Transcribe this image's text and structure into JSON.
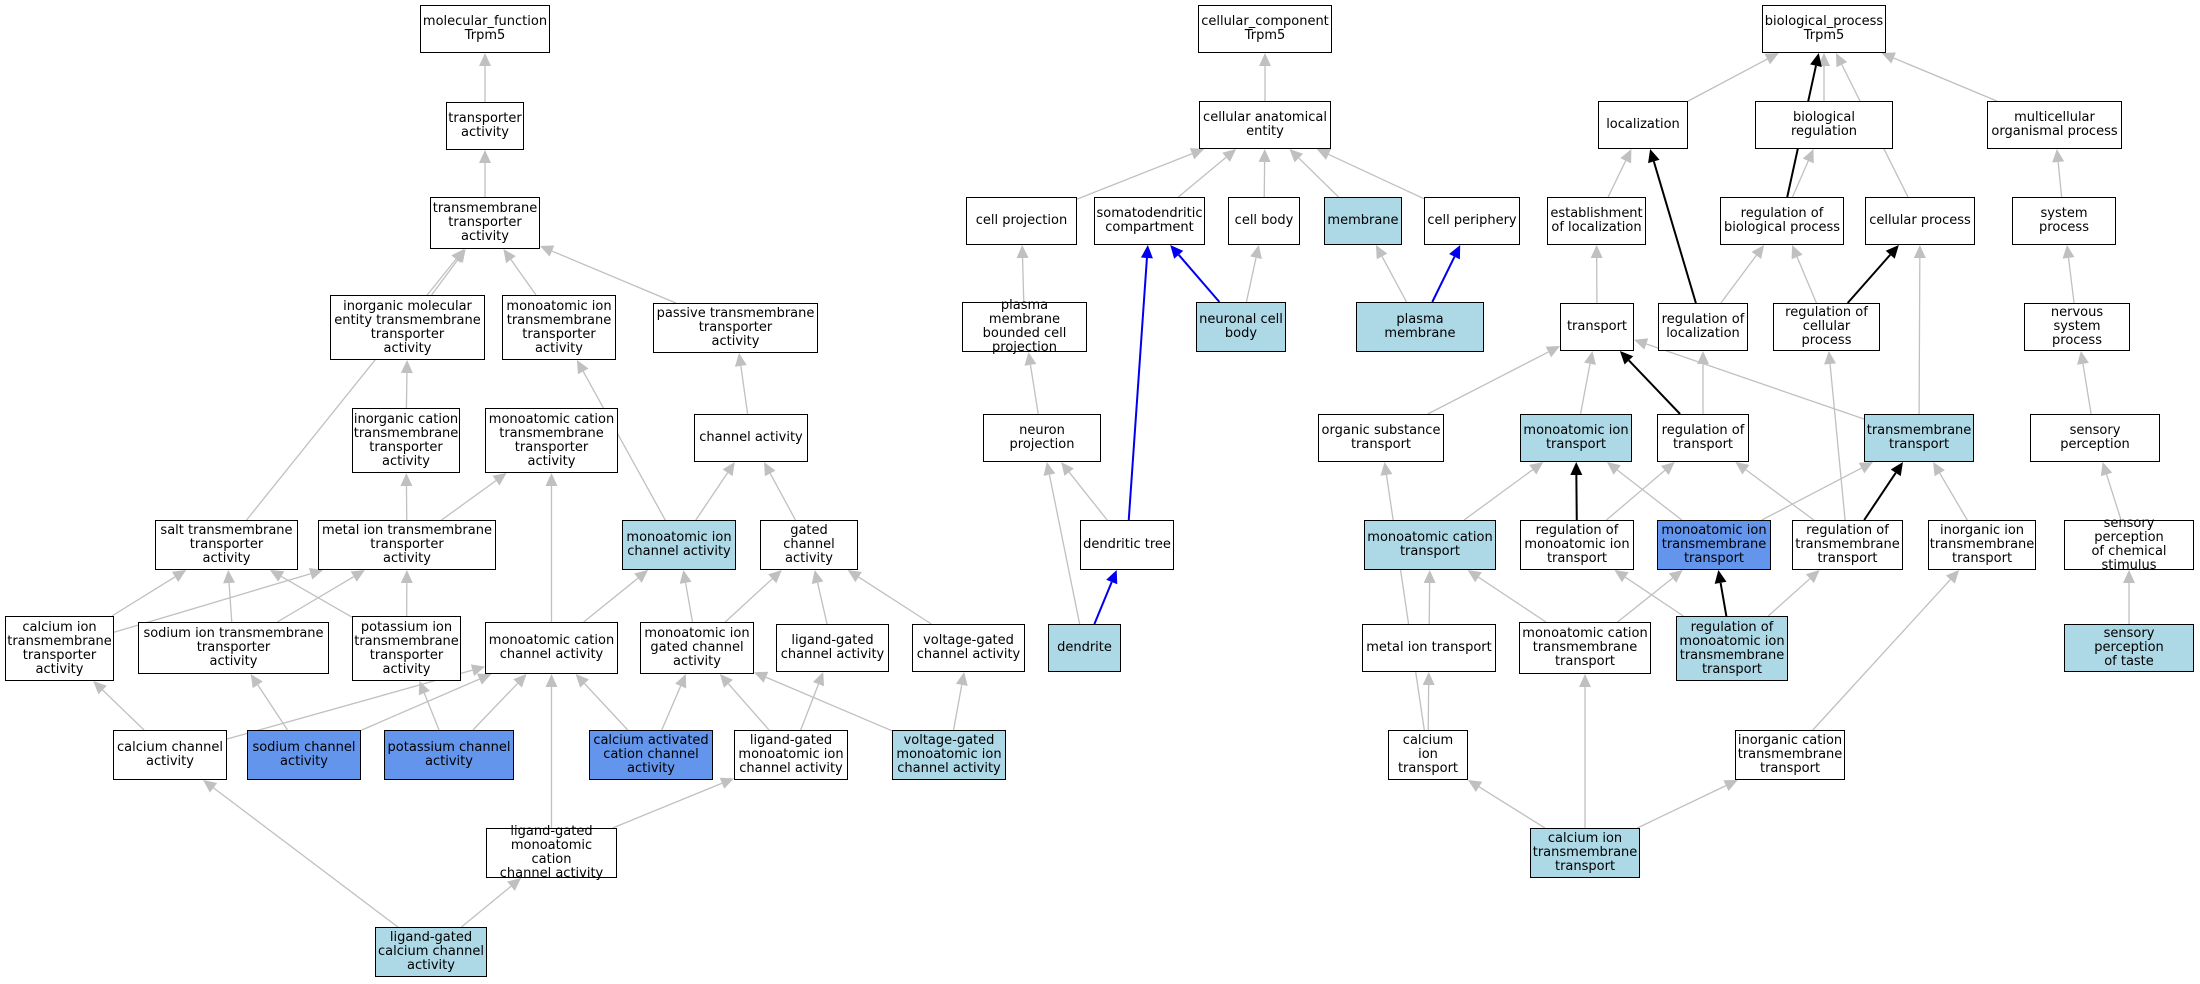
{
  "colors": {
    "edge_default": "#c0c0c0",
    "edge_black": "#000000",
    "edge_blue": "#0000ee",
    "node_light": "#add8e6",
    "node_dark": "#6495ed",
    "node_plain": "#ffffff"
  },
  "nodes": {
    "mf_root": {
      "label": "molecular_function\nTrpm5",
      "fill": "plain"
    },
    "transporter_activity": {
      "label": "transporter\nactivity",
      "fill": "plain"
    },
    "tm_transporter_activity": {
      "label": "transmembrane\ntransporter\nactivity",
      "fill": "plain"
    },
    "inorganic_molecular_tm": {
      "label": "inorganic molecular\nentity transmembrane\ntransporter\nactivity",
      "fill": "plain"
    },
    "monoatomic_ion_tm": {
      "label": "monoatomic ion\ntransmembrane\ntransporter\nactivity",
      "fill": "plain"
    },
    "passive_tm": {
      "label": "passive transmembrane\ntransporter\nactivity",
      "fill": "plain"
    },
    "inorganic_cation_tm": {
      "label": "inorganic cation\ntransmembrane\ntransporter\nactivity",
      "fill": "plain"
    },
    "monoatomic_cation_tm": {
      "label": "monoatomic cation\ntransmembrane\ntransporter\nactivity",
      "fill": "plain"
    },
    "channel_activity": {
      "label": "channel activity",
      "fill": "plain"
    },
    "salt_tm": {
      "label": "salt transmembrane\ntransporter\nactivity",
      "fill": "plain"
    },
    "metal_ion_tm": {
      "label": "metal ion transmembrane\ntransporter\nactivity",
      "fill": "plain"
    },
    "monoatomic_ion_channel": {
      "label": "monoatomic ion\nchannel activity",
      "fill": "light"
    },
    "gated_channel": {
      "label": "gated channel\nactivity",
      "fill": "plain"
    },
    "calcium_ion_tm": {
      "label": "calcium ion\ntransmembrane\ntransporter\nactivity",
      "fill": "plain"
    },
    "sodium_ion_tm": {
      "label": "sodium ion transmembrane\ntransporter\nactivity",
      "fill": "plain"
    },
    "potassium_ion_tm": {
      "label": "potassium ion\ntransmembrane\ntransporter\nactivity",
      "fill": "plain"
    },
    "monoatomic_cation_channel": {
      "label": "monoatomic cation\nchannel activity",
      "fill": "plain"
    },
    "monoatomic_ion_gated": {
      "label": "monoatomic ion\ngated channel\nactivity",
      "fill": "plain"
    },
    "ligand_gated_channel": {
      "label": "ligand-gated\nchannel activity",
      "fill": "plain"
    },
    "voltage_gated_channel": {
      "label": "voltage-gated\nchannel activity",
      "fill": "plain"
    },
    "calcium_channel": {
      "label": "calcium channel\nactivity",
      "fill": "plain"
    },
    "sodium_channel": {
      "label": "sodium channel\nactivity",
      "fill": "dark"
    },
    "potassium_channel": {
      "label": "potassium channel\nactivity",
      "fill": "dark"
    },
    "calcium_activated_cation": {
      "label": "calcium activated\ncation channel\nactivity",
      "fill": "dark"
    },
    "ligand_gated_monoatomic_ion": {
      "label": "ligand-gated\nmonoatomic ion\nchannel activity",
      "fill": "plain"
    },
    "voltage_gated_monoatomic_ion": {
      "label": "voltage-gated\nmonoatomic ion\nchannel activity",
      "fill": "light"
    },
    "ligand_gated_monoatomic_cation": {
      "label": "ligand-gated\nmonoatomic cation\nchannel activity",
      "fill": "plain"
    },
    "ligand_gated_calcium": {
      "label": "ligand-gated\ncalcium channel\nactivity",
      "fill": "light"
    },
    "cc_root": {
      "label": "cellular_component\nTrpm5",
      "fill": "plain"
    },
    "cellular_anatomical_entity": {
      "label": "cellular anatomical\nentity",
      "fill": "plain"
    },
    "cell_projection": {
      "label": "cell projection",
      "fill": "plain"
    },
    "somatodendritic": {
      "label": "somatodendritic\ncompartment",
      "fill": "plain"
    },
    "cell_body": {
      "label": "cell body",
      "fill": "plain"
    },
    "membrane": {
      "label": "membrane",
      "fill": "light"
    },
    "cell_periphery": {
      "label": "cell periphery",
      "fill": "plain"
    },
    "plasma_membrane_bounded": {
      "label": "plasma membrane\nbounded cell\nprojection",
      "fill": "plain"
    },
    "neuronal_cell_body": {
      "label": "neuronal cell\nbody",
      "fill": "light"
    },
    "plasma_membrane": {
      "label": "plasma membrane",
      "fill": "light"
    },
    "neuron_projection": {
      "label": "neuron projection",
      "fill": "plain"
    },
    "dendritic_tree": {
      "label": "dendritic tree",
      "fill": "plain"
    },
    "dendrite": {
      "label": "dendrite",
      "fill": "light"
    },
    "bp_root": {
      "label": "biological_process\nTrpm5",
      "fill": "plain"
    },
    "localization": {
      "label": "localization",
      "fill": "plain"
    },
    "biological_regulation": {
      "label": "biological regulation",
      "fill": "plain"
    },
    "multicellular_process": {
      "label": "multicellular\norganismal process",
      "fill": "plain"
    },
    "establishment_localization": {
      "label": "establishment\nof localization",
      "fill": "plain"
    },
    "regulation_biological_process": {
      "label": "regulation of\nbiological process",
      "fill": "plain"
    },
    "cellular_process": {
      "label": "cellular process",
      "fill": "plain"
    },
    "system_process": {
      "label": "system process",
      "fill": "plain"
    },
    "transport": {
      "label": "transport",
      "fill": "plain"
    },
    "regulation_localization": {
      "label": "regulation of\nlocalization",
      "fill": "plain"
    },
    "regulation_cellular_process": {
      "label": "regulation of\ncellular process",
      "fill": "plain"
    },
    "nervous_system_process": {
      "label": "nervous system\nprocess",
      "fill": "plain"
    },
    "organic_substance_transport": {
      "label": "organic substance\ntransport",
      "fill": "plain"
    },
    "monoatomic_ion_transport": {
      "label": "monoatomic ion\ntransport",
      "fill": "light"
    },
    "regulation_transport": {
      "label": "regulation of\ntransport",
      "fill": "plain"
    },
    "transmembrane_transport": {
      "label": "transmembrane\ntransport",
      "fill": "light"
    },
    "sensory_perception": {
      "label": "sensory perception",
      "fill": "plain"
    },
    "monoatomic_cation_transport": {
      "label": "monoatomic cation\ntransport",
      "fill": "light"
    },
    "regulation_monoatomic_ion_transport": {
      "label": "regulation of\nmonoatomic ion\ntransport",
      "fill": "plain"
    },
    "monoatomic_ion_tm_transport": {
      "label": "monoatomic ion\ntransmembrane\ntransport",
      "fill": "dark"
    },
    "regulation_tm_transport": {
      "label": "regulation of\ntransmembrane\ntransport",
      "fill": "plain"
    },
    "inorganic_ion_tm_transport": {
      "label": "inorganic ion\ntransmembrane\ntransport",
      "fill": "plain"
    },
    "sensory_perception_chemical": {
      "label": "sensory perception\nof chemical\nstimulus",
      "fill": "plain"
    },
    "metal_ion_transport": {
      "label": "metal ion transport",
      "fill": "plain"
    },
    "monoatomic_cation_tm_transport": {
      "label": "monoatomic cation\ntransmembrane\ntransport",
      "fill": "plain"
    },
    "regulation_monoatomic_ion_tm_transport": {
      "label": "regulation of\nmonoatomic ion\ntransmembrane\ntransport",
      "fill": "light"
    },
    "sensory_perception_taste": {
      "label": "sensory perception\nof taste",
      "fill": "light"
    },
    "calcium_ion_transport": {
      "label": "calcium ion\ntransport",
      "fill": "plain"
    },
    "inorganic_cation_tm_transport": {
      "label": "inorganic cation\ntransmembrane\ntransport",
      "fill": "plain"
    },
    "calcium_ion_tm_transport": {
      "label": "calcium ion\ntransmembrane\ntransport",
      "fill": "light"
    }
  },
  "edges": [
    {
      "from": "transporter_activity",
      "to": "mf_root",
      "color": "default"
    },
    {
      "from": "tm_transporter_activity",
      "to": "transporter_activity",
      "color": "default"
    },
    {
      "from": "inorganic_molecular_tm",
      "to": "tm_transporter_activity",
      "color": "default"
    },
    {
      "from": "monoatomic_ion_tm",
      "to": "tm_transporter_activity",
      "color": "default"
    },
    {
      "from": "passive_tm",
      "to": "tm_transporter_activity",
      "color": "default"
    },
    {
      "from": "salt_tm",
      "to": "tm_transporter_activity",
      "color": "default"
    },
    {
      "from": "inorganic_cation_tm",
      "to": "inorganic_molecular_tm",
      "color": "default"
    },
    {
      "from": "metal_ion_tm",
      "to": "inorganic_cation_tm",
      "color": "default"
    },
    {
      "from": "metal_ion_tm",
      "to": "monoatomic_cation_tm",
      "color": "default"
    },
    {
      "from": "monoatomic_ion_channel",
      "to": "monoatomic_ion_tm",
      "color": "default"
    },
    {
      "from": "monoatomic_ion_channel",
      "to": "channel_activity",
      "color": "default"
    },
    {
      "from": "channel_activity",
      "to": "passive_tm",
      "color": "default"
    },
    {
      "from": "gated_channel",
      "to": "channel_activity",
      "color": "default"
    },
    {
      "from": "calcium_ion_tm",
      "to": "salt_tm",
      "color": "default"
    },
    {
      "from": "calcium_ion_tm",
      "to": "metal_ion_tm",
      "color": "default"
    },
    {
      "from": "sodium_ion_tm",
      "to": "salt_tm",
      "color": "default"
    },
    {
      "from": "sodium_ion_tm",
      "to": "metal_ion_tm",
      "color": "default"
    },
    {
      "from": "potassium_ion_tm",
      "to": "salt_tm",
      "color": "default"
    },
    {
      "from": "potassium_ion_tm",
      "to": "metal_ion_tm",
      "color": "default"
    },
    {
      "from": "monoatomic_cation_channel",
      "to": "monoatomic_ion_channel",
      "color": "default"
    },
    {
      "from": "monoatomic_cation_channel",
      "to": "monoatomic_cation_tm",
      "color": "default"
    },
    {
      "from": "monoatomic_ion_gated",
      "to": "monoatomic_ion_channel",
      "color": "default"
    },
    {
      "from": "monoatomic_ion_gated",
      "to": "gated_channel",
      "color": "default"
    },
    {
      "from": "ligand_gated_channel",
      "to": "gated_channel",
      "color": "default"
    },
    {
      "from": "voltage_gated_channel",
      "to": "gated_channel",
      "color": "default"
    },
    {
      "from": "calcium_channel",
      "to": "calcium_ion_tm",
      "color": "default"
    },
    {
      "from": "calcium_channel",
      "to": "monoatomic_cation_channel",
      "color": "default"
    },
    {
      "from": "sodium_channel",
      "to": "sodium_ion_tm",
      "color": "default"
    },
    {
      "from": "sodium_channel",
      "to": "monoatomic_cation_channel",
      "color": "default"
    },
    {
      "from": "potassium_channel",
      "to": "potassium_ion_tm",
      "color": "default"
    },
    {
      "from": "potassium_channel",
      "to": "monoatomic_cation_channel",
      "color": "default"
    },
    {
      "from": "calcium_activated_cation",
      "to": "monoatomic_cation_channel",
      "color": "default"
    },
    {
      "from": "calcium_activated_cation",
      "to": "monoatomic_ion_gated",
      "color": "default"
    },
    {
      "from": "ligand_gated_monoatomic_ion",
      "to": "monoatomic_ion_gated",
      "color": "default"
    },
    {
      "from": "ligand_gated_monoatomic_ion",
      "to": "ligand_gated_channel",
      "color": "default"
    },
    {
      "from": "voltage_gated_monoatomic_ion",
      "to": "monoatomic_ion_gated",
      "color": "default"
    },
    {
      "from": "voltage_gated_monoatomic_ion",
      "to": "voltage_gated_channel",
      "color": "default"
    },
    {
      "from": "ligand_gated_monoatomic_cation",
      "to": "monoatomic_cation_channel",
      "color": "default"
    },
    {
      "from": "ligand_gated_monoatomic_cation",
      "to": "ligand_gated_monoatomic_ion",
      "color": "default"
    },
    {
      "from": "ligand_gated_calcium",
      "to": "calcium_channel",
      "color": "default"
    },
    {
      "from": "ligand_gated_calcium",
      "to": "ligand_gated_monoatomic_cation",
      "color": "default"
    },
    {
      "from": "cellular_anatomical_entity",
      "to": "cc_root",
      "color": "default"
    },
    {
      "from": "cell_projection",
      "to": "cellular_anatomical_entity",
      "color": "default"
    },
    {
      "from": "somatodendritic",
      "to": "cellular_anatomical_entity",
      "color": "default"
    },
    {
      "from": "cell_body",
      "to": "cellular_anatomical_entity",
      "color": "default"
    },
    {
      "from": "membrane",
      "to": "cellular_anatomical_entity",
      "color": "default"
    },
    {
      "from": "cell_periphery",
      "to": "cellular_anatomical_entity",
      "color": "default"
    },
    {
      "from": "plasma_membrane_bounded",
      "to": "cell_projection",
      "color": "default"
    },
    {
      "from": "neuronal_cell_body",
      "to": "somatodendritic",
      "color": "blue"
    },
    {
      "from": "neuronal_cell_body",
      "to": "cell_body",
      "color": "default"
    },
    {
      "from": "plasma_membrane",
      "to": "membrane",
      "color": "default"
    },
    {
      "from": "plasma_membrane",
      "to": "cell_periphery",
      "color": "blue"
    },
    {
      "from": "neuron_projection",
      "to": "plasma_membrane_bounded",
      "color": "default"
    },
    {
      "from": "dendritic_tree",
      "to": "neuron_projection",
      "color": "default"
    },
    {
      "from": "dendritic_tree",
      "to": "somatodendritic",
      "color": "blue"
    },
    {
      "from": "dendrite",
      "to": "dendritic_tree",
      "color": "blue"
    },
    {
      "from": "dendrite",
      "to": "neuron_projection",
      "color": "default"
    },
    {
      "from": "localization",
      "to": "bp_root",
      "color": "default"
    },
    {
      "from": "biological_regulation",
      "to": "bp_root",
      "color": "default"
    },
    {
      "from": "multicellular_process",
      "to": "bp_root",
      "color": "default"
    },
    {
      "from": "cellular_process",
      "to": "bp_root",
      "color": "default"
    },
    {
      "from": "regulation_biological_process",
      "to": "bp_root",
      "color": "black"
    },
    {
      "from": "regulation_biological_process",
      "to": "biological_regulation",
      "color": "default"
    },
    {
      "from": "establishment_localization",
      "to": "localization",
      "color": "default"
    },
    {
      "from": "system_process",
      "to": "multicellular_process",
      "color": "default"
    },
    {
      "from": "transport",
      "to": "establishment_localization",
      "color": "default"
    },
    {
      "from": "regulation_localization",
      "to": "localization",
      "color": "black"
    },
    {
      "from": "regulation_localization",
      "to": "regulation_biological_process",
      "color": "default"
    },
    {
      "from": "regulation_cellular_process",
      "to": "regulation_biological_process",
      "color": "default"
    },
    {
      "from": "regulation_cellular_process",
      "to": "cellular_process",
      "color": "black"
    },
    {
      "from": "nervous_system_process",
      "to": "system_process",
      "color": "default"
    },
    {
      "from": "organic_substance_transport",
      "to": "transport",
      "color": "default"
    },
    {
      "from": "monoatomic_ion_transport",
      "to": "transport",
      "color": "default"
    },
    {
      "from": "regulation_transport",
      "to": "transport",
      "color": "black"
    },
    {
      "from": "regulation_transport",
      "to": "regulation_localization",
      "color": "default"
    },
    {
      "from": "transmembrane_transport",
      "to": "transport",
      "color": "default"
    },
    {
      "from": "transmembrane_transport",
      "to": "cellular_process",
      "color": "default"
    },
    {
      "from": "sensory_perception",
      "to": "nervous_system_process",
      "color": "default"
    },
    {
      "from": "monoatomic_cation_transport",
      "to": "monoatomic_ion_transport",
      "color": "default"
    },
    {
      "from": "regulation_monoatomic_ion_transport",
      "to": "monoatomic_ion_transport",
      "color": "black"
    },
    {
      "from": "regulation_monoatomic_ion_transport",
      "to": "regulation_transport",
      "color": "default"
    },
    {
      "from": "monoatomic_ion_tm_transport",
      "to": "monoatomic_ion_transport",
      "color": "default"
    },
    {
      "from": "monoatomic_ion_tm_transport",
      "to": "transmembrane_transport",
      "color": "default"
    },
    {
      "from": "regulation_tm_transport",
      "to": "regulation_transport",
      "color": "default"
    },
    {
      "from": "regulation_tm_transport",
      "to": "transmembrane_transport",
      "color": "black"
    },
    {
      "from": "regulation_tm_transport",
      "to": "regulation_cellular_process",
      "color": "default"
    },
    {
      "from": "inorganic_ion_tm_transport",
      "to": "transmembrane_transport",
      "color": "default"
    },
    {
      "from": "sensory_perception_chemical",
      "to": "sensory_perception",
      "color": "default"
    },
    {
      "from": "metal_ion_transport",
      "to": "monoatomic_cation_transport",
      "color": "default"
    },
    {
      "from": "monoatomic_cation_tm_transport",
      "to": "monoatomic_cation_transport",
      "color": "default"
    },
    {
      "from": "monoatomic_cation_tm_transport",
      "to": "monoatomic_ion_tm_transport",
      "color": "default"
    },
    {
      "from": "regulation_monoatomic_ion_tm_transport",
      "to": "regulation_monoatomic_ion_transport",
      "color": "default"
    },
    {
      "from": "regulation_monoatomic_ion_tm_transport",
      "to": "monoatomic_ion_tm_transport",
      "color": "black"
    },
    {
      "from": "regulation_monoatomic_ion_tm_transport",
      "to": "regulation_tm_transport",
      "color": "default"
    },
    {
      "from": "sensory_perception_taste",
      "to": "sensory_perception_chemical",
      "color": "default"
    },
    {
      "from": "calcium_ion_transport",
      "to": "metal_ion_transport",
      "color": "default"
    },
    {
      "from": "calcium_ion_transport",
      "to": "organic_substance_transport",
      "color": "default"
    },
    {
      "from": "inorganic_cation_tm_transport",
      "to": "inorganic_ion_tm_transport",
      "color": "default"
    },
    {
      "from": "calcium_ion_tm_transport",
      "to": "calcium_ion_transport",
      "color": "default"
    },
    {
      "from": "calcium_ion_tm_transport",
      "to": "monoatomic_cation_tm_transport",
      "color": "default"
    },
    {
      "from": "calcium_ion_tm_transport",
      "to": "inorganic_cation_tm_transport",
      "color": "default"
    }
  ]
}
